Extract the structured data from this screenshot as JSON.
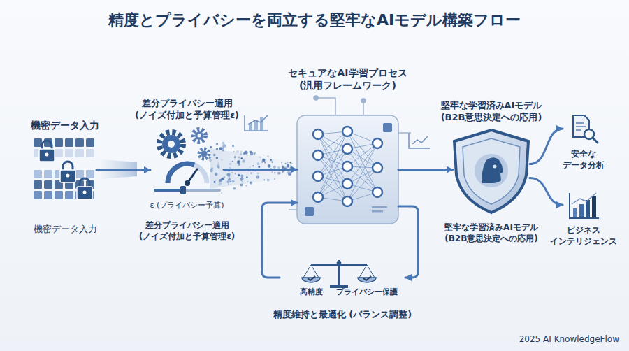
{
  "diagram": {
    "title": "精度とプライバシーを両立する堅牢なAIモデル構築フロー",
    "nodes": [
      {
        "text": [
          "機密データ入力",
          "機密データ入力"
        ]
      },
      {
        "text": [
          "差分プライバシー適用 (ノイズ付加と予算管理ε)",
          "ε (プライバシー予算)",
          "差分プライバシー適用 (ノイズ付加と予算管理ε)"
        ]
      },
      {
        "text": [
          "セキュアなAI学習プロセス (汎用フレームワーク)"
        ]
      },
      {
        "text": [
          "堅牢な学習済みAIモデル (B2B意思決定への応用)",
          "堅牢な学習済みAIモデル (B2B意思決定への応用)"
        ]
      },
      {
        "text": [
          "安全な データ分析"
        ]
      },
      {
        "text": [
          "ビジネス インテリジェンス"
        ]
      },
      {
        "text": [
          "高精度",
          "プライバシー保護",
          "精度維持と最適化 (バランス調整)"
        ]
      }
    ],
    "edges": [
      {
        "from": 0,
        "to": 1,
        "arrow": "to"
      },
      {
        "from": 1,
        "to": 2,
        "arrow": "to"
      },
      {
        "from": 2,
        "to": 3,
        "arrow": "to"
      },
      {
        "from": 3,
        "to": 4,
        "arrow": "to"
      },
      {
        "from": 3,
        "to": 5,
        "arrow": "to"
      },
      {
        "from": 2,
        "to": 6,
        "arrow": "to"
      },
      {
        "from": 6,
        "to": 2,
        "arrow": "to"
      }
    ],
    "labels": [
      "2025 AI KnowledgeFlow"
    ]
  }
}
